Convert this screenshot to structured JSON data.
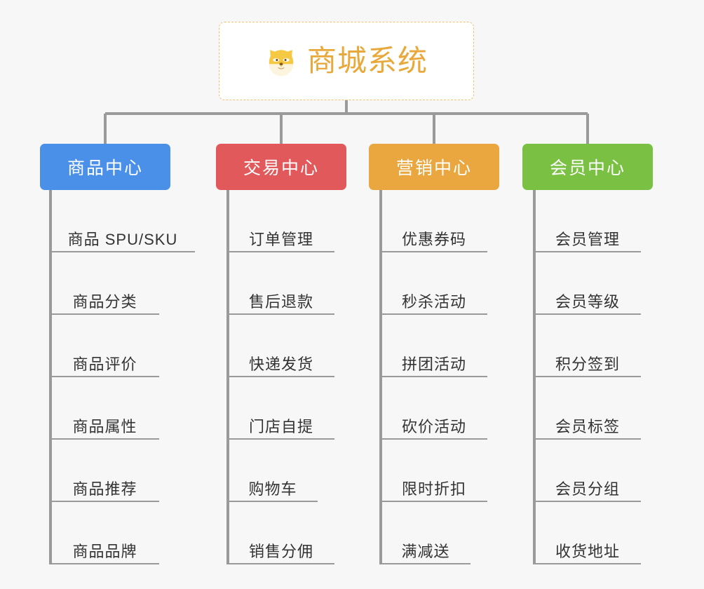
{
  "diagram": {
    "type": "org-chart",
    "background_color": "#f7f7f7",
    "root": {
      "title": "商城系统",
      "icon": "shiba-dog-face-icon",
      "text_color": "#e8a93a",
      "border_color": "#f0c070",
      "background_color": "#ffffff"
    },
    "connector_color": "#9a9a9a",
    "branches": [
      {
        "label": "商品中心",
        "color": "#4a90e8",
        "items": [
          "商品 SPU/SKU",
          "商品分类",
          "商品评价",
          "商品属性",
          "商品推荐",
          "商品品牌"
        ]
      },
      {
        "label": "交易中心",
        "color": "#e2595c",
        "items": [
          "订单管理",
          "售后退款",
          "快递发货",
          "门店自提",
          "购物车",
          "销售分佣"
        ]
      },
      {
        "label": "营销中心",
        "color": "#eaa740",
        "items": [
          "优惠券码",
          "秒杀活动",
          "拼团活动",
          "砍价活动",
          "限时折扣",
          "满减送"
        ]
      },
      {
        "label": "会员中心",
        "color": "#7ac143",
        "items": [
          "会员管理",
          "会员等级",
          "积分签到",
          "会员标签",
          "会员分组",
          "收货地址"
        ]
      }
    ]
  }
}
